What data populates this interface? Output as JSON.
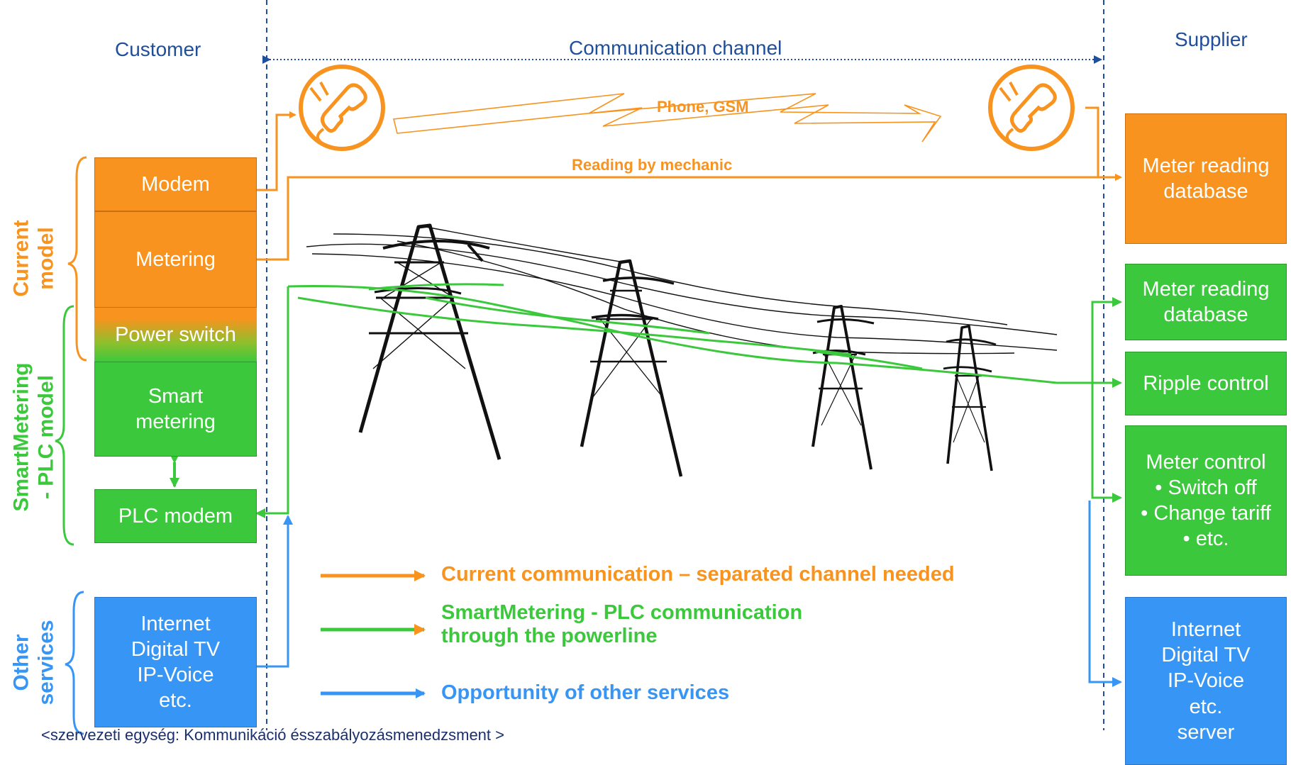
{
  "headers": {
    "customer": "Customer",
    "channel": "Communication channel",
    "supplier": "Supplier"
  },
  "side_labels": {
    "current": [
      "Current",
      "model"
    ],
    "smart": [
      "SmartMetering",
      "- PLC model"
    ],
    "other": [
      "Other",
      "services"
    ]
  },
  "customer": {
    "modem": "Modem",
    "metering": "Metering",
    "power_switch": "Power switch",
    "smart_metering": [
      "Smart",
      "metering"
    ],
    "plc_modem": "PLC modem",
    "services": [
      "Internet",
      "Digital TV",
      "IP-Voice",
      "etc."
    ]
  },
  "channel_labels": {
    "phone": "Phone, GSM",
    "mechanic": "Reading by mechanic"
  },
  "supplier": {
    "meter_db_current": [
      "Meter reading",
      "database"
    ],
    "meter_db_smart": [
      "Meter reading",
      "database"
    ],
    "ripple": "Ripple control",
    "meter_control_title": "Meter control",
    "meter_control_items": [
      "Switch off",
      "Change tariff",
      "etc."
    ],
    "services": [
      "Internet",
      "Digital TV",
      "IP-Voice",
      "etc.",
      "server"
    ]
  },
  "legend": {
    "current": "Current communication – separated channel needed",
    "smart": [
      "SmartMetering - PLC communication",
      "through the powerline"
    ],
    "other": "Opportunity of other services"
  },
  "footer": "<szervezeti egység: Kommunikáció ésszabályozásmenedzsment >",
  "colors": {
    "orange": "#f7931e",
    "green": "#3cc83c",
    "blue": "#3796f5",
    "header": "#1f4e9a"
  },
  "icons": [
    "telephone-icon",
    "power-pylon-icon"
  ]
}
